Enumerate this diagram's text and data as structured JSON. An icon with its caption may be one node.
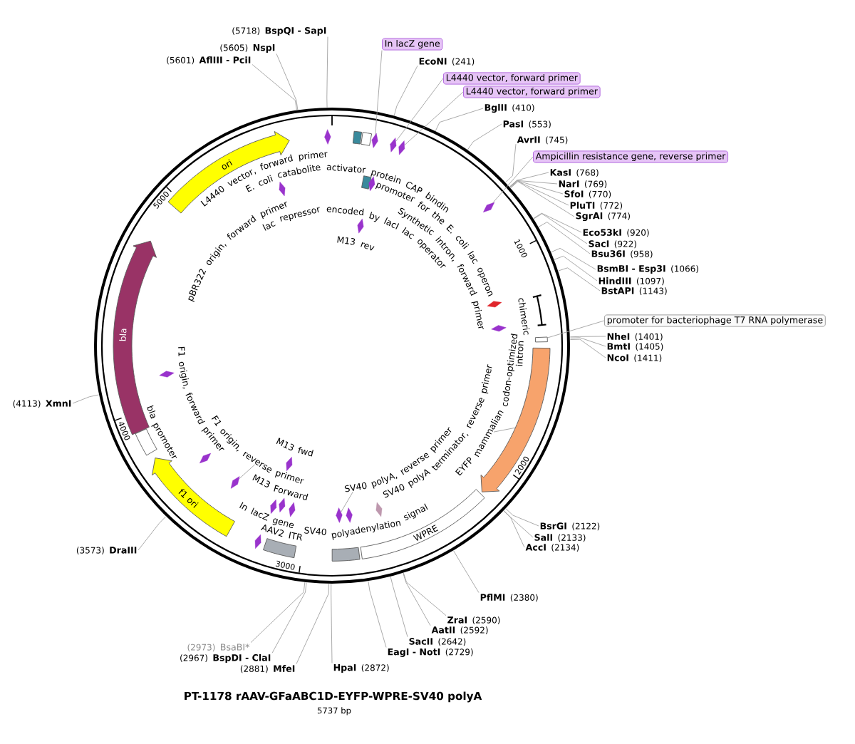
{
  "diagram": {
    "title": "PT-1178 rAAV-GFaABC1D-EYFP-WPRE-SV40 polyA",
    "nodes": [
      {
        "text": [
          "ori"
        ]
      },
      {
        "text": [
          "bla"
        ]
      },
      {
        "text": [
          "f1 ori"
        ]
      },
      {
        "text": [],
        "shape": "arrow"
      },
      {
        "text": [
          "WPRE"
        ]
      },
      {
        "text": [],
        "shape": "box"
      },
      {
        "text": [],
        "shape": "box"
      },
      {
        "text": [],
        "shape": "box"
      },
      {
        "text": [],
        "shape": "box"
      },
      {
        "text": [],
        "shape": "bar"
      },
      {
        "text": [],
        "shape": "box"
      },
      {
        "text": [],
        "shape": "box"
      },
      {
        "text": [],
        "shape": "box"
      },
      {
        "text": [],
        "shape": "arrow"
      },
      {
        "text": [],
        "shape": "arrow"
      },
      {
        "text": [],
        "shape": "arrow"
      },
      {
        "text": [],
        "shape": "arrow"
      },
      {
        "text": [],
        "shape": "arrow"
      },
      {
        "text": [],
        "shape": "arrow"
      },
      {
        "text": [],
        "shape": "arrow"
      },
      {
        "text": [],
        "shape": "arrow"
      },
      {
        "text": [],
        "shape": "arrow"
      },
      {
        "text": [],
        "shape": "arrow"
      },
      {
        "text": [],
        "shape": "arrow"
      },
      {
        "text": [],
        "shape": "arrow"
      },
      {
        "text": [],
        "shape": "arrow"
      },
      {
        "text": [],
        "shape": "arrow"
      },
      {
        "text": [],
        "shape": "arrow"
      },
      {
        "text": [],
        "shape": "arrow"
      },
      {
        "text": [],
        "shape": "arrow"
      },
      {
        "text": [],
        "shape": "arrow"
      },
      {
        "text": [],
        "shape": "arrow"
      },
      {
        "text": [],
        "shape": "arrow"
      },
      {
        "text": [],
        "shape": "arrow"
      },
      {
        "text": [
          "EYFP mammalian codon-optimized"
        ]
      },
      {
        "text": [
          "F1 origin, reverse primer"
        ]
      },
      {
        "text": [
          "SV40 polyA, reverse primer"
        ]
      },
      {
        "text": [
          "BspQI - SapI"
        ],
        "beside": [
          "(5718)"
        ]
      },
      {
        "text": [
          "NspI"
        ],
        "beside": [
          "(5605)"
        ]
      },
      {
        "text": [
          "AflIII - PciI"
        ],
        "beside": [
          "(5601)"
        ]
      },
      {
        "text": [
          "In lacZ gene"
        ]
      },
      {
        "text": [
          "EcoNI"
        ],
        "beside": [
          "(241)"
        ]
      },
      {
        "text": [
          "L4440 vector, forward primer"
        ]
      },
      {
        "text": [
          "L4440 vector, forward primer"
        ]
      },
      {
        "text": [
          "BglII"
        ],
        "beside": [
          "(410)"
        ]
      },
      {
        "text": [
          "PasI"
        ],
        "beside": [
          "(553)"
        ]
      },
      {
        "text": [
          "AvrII"
        ],
        "beside": [
          "(745)"
        ]
      },
      {
        "text": [
          "Ampicillin resistance gene, reverse primer"
        ]
      },
      {
        "text": [
          "KasI"
        ],
        "beside": [
          "(768)"
        ]
      },
      {
        "text": [
          "NarI"
        ],
        "beside": [
          "(769)"
        ]
      },
      {
        "text": [
          "SfoI"
        ],
        "beside": [
          "(770)"
        ]
      },
      {
        "text": [
          "PluTI"
        ],
        "beside": [
          "(772)"
        ]
      },
      {
        "text": [
          "SgrAI"
        ],
        "beside": [
          "(774)"
        ]
      },
      {
        "text": [
          "Eco53kI"
        ],
        "beside": [
          "(920)"
        ]
      },
      {
        "text": [
          "SacI"
        ],
        "beside": [
          "(922)"
        ]
      },
      {
        "text": [
          "Bsu36I"
        ],
        "beside": [
          "(958)"
        ]
      },
      {
        "text": [
          "BsmBI - Esp3I"
        ],
        "beside": [
          "(1066)"
        ]
      },
      {
        "text": [
          "HindIII"
        ],
        "beside": [
          "(1097)"
        ]
      },
      {
        "text": [
          "BstAPI"
        ],
        "beside": [
          "(1143)"
        ]
      },
      {
        "text": [
          "promoter for bacteriophage T7 RNA polymerase"
        ]
      },
      {
        "text": [
          "NheI"
        ],
        "beside": [
          "(1401)"
        ]
      },
      {
        "text": [
          "BmtI"
        ],
        "beside": [
          "(1405)"
        ]
      },
      {
        "text": [
          "NcoI"
        ],
        "beside": [
          "(1411)"
        ]
      },
      {
        "text": [
          "BsrGI"
        ],
        "beside": [
          "(2122)"
        ]
      },
      {
        "text": [
          "SalI"
        ],
        "beside": [
          "(2133)"
        ]
      },
      {
        "text": [
          "AccI"
        ],
        "beside": [
          "(2134)"
        ]
      },
      {
        "text": [
          "PflMI"
        ],
        "beside": [
          "(2380)"
        ]
      },
      {
        "text": [
          "ZraI"
        ],
        "beside": [
          "(2590)"
        ]
      },
      {
        "text": [
          "AatII"
        ],
        "beside": [
          "(2592)"
        ]
      },
      {
        "text": [
          "SacII"
        ],
        "beside": [
          "(2642)"
        ]
      },
      {
        "text": [
          "EagI - NotI"
        ],
        "beside": [
          "(2729)"
        ]
      },
      {
        "text": [
          "HpaI"
        ],
        "beside": [
          "(2872)"
        ]
      },
      {
        "text": [
          "MfeI"
        ],
        "beside": [
          "(2881)"
        ]
      },
      {
        "text": [
          "BspDI - ClaI"
        ],
        "beside": [
          "(2967)"
        ]
      },
      {
        "text": [
          "BsaBI*"
        ],
        "beside": [
          "(2973)"
        ]
      },
      {
        "text": [
          "DraIII"
        ],
        "beside": [
          "(3573)"
        ]
      },
      {
        "text": [
          "XmnI"
        ],
        "beside": [
          "(4113)"
        ]
      }
    ],
    "edges": [
      {
        "from": 34,
        "to": 3,
        "arrow": "none"
      },
      {
        "from": 35,
        "to": 25,
        "arrow": "none"
      },
      {
        "from": 36,
        "to": 31,
        "arrow": "none"
      },
      {
        "from": 37,
        "to": null,
        "arrow": "none"
      },
      {
        "from": 38,
        "to": null,
        "arrow": "none"
      },
      {
        "from": 39,
        "to": null,
        "arrow": "none"
      },
      {
        "from": 40,
        "to": 14,
        "arrow": "none"
      },
      {
        "from": 41,
        "to": null,
        "arrow": "none"
      },
      {
        "from": 42,
        "to": 15,
        "arrow": "none"
      },
      {
        "from": 43,
        "to": 16,
        "arrow": "none"
      },
      {
        "from": 44,
        "to": null,
        "arrow": "none"
      },
      {
        "from": 45,
        "to": null,
        "arrow": "none"
      },
      {
        "from": 46,
        "to": null,
        "arrow": "none"
      },
      {
        "from": 47,
        "to": 20,
        "arrow": "none"
      },
      {
        "from": 48,
        "to": null,
        "arrow": "none"
      },
      {
        "from": 49,
        "to": null,
        "arrow": "none"
      },
      {
        "from": 50,
        "to": null,
        "arrow": "none"
      },
      {
        "from": 51,
        "to": null,
        "arrow": "none"
      },
      {
        "from": 52,
        "to": null,
        "arrow": "none"
      },
      {
        "from": 53,
        "to": null,
        "arrow": "none"
      },
      {
        "from": 54,
        "to": null,
        "arrow": "none"
      },
      {
        "from": 55,
        "to": null,
        "arrow": "none"
      },
      {
        "from": 56,
        "to": null,
        "arrow": "none"
      },
      {
        "from": 57,
        "to": null,
        "arrow": "none"
      },
      {
        "from": 58,
        "to": null,
        "arrow": "none"
      },
      {
        "from": 59,
        "to": 8,
        "arrow": "none"
      },
      {
        "from": 60,
        "to": null,
        "arrow": "none"
      },
      {
        "from": 61,
        "to": null,
        "arrow": "none"
      },
      {
        "from": 62,
        "to": null,
        "arrow": "none"
      },
      {
        "from": 63,
        "to": null,
        "arrow": "none"
      },
      {
        "from": 64,
        "to": null,
        "arrow": "none"
      },
      {
        "from": 65,
        "to": null,
        "arrow": "none"
      },
      {
        "from": 66,
        "to": null,
        "arrow": "none"
      },
      {
        "from": 67,
        "to": null,
        "arrow": "none"
      },
      {
        "from": 68,
        "to": null,
        "arrow": "none"
      },
      {
        "from": 69,
        "to": null,
        "arrow": "none"
      },
      {
        "from": 70,
        "to": null,
        "arrow": "none"
      },
      {
        "from": 71,
        "to": null,
        "arrow": "none"
      },
      {
        "from": 72,
        "to": null,
        "arrow": "none"
      },
      {
        "from": 73,
        "to": null,
        "arrow": "none"
      },
      {
        "from": 74,
        "to": null,
        "arrow": "none"
      },
      {
        "from": 75,
        "to": null,
        "arrow": "none"
      },
      {
        "from": 76,
        "to": null,
        "arrow": "none"
      }
    ],
    "labels": [
      "L4440 vector, forward primer",
      "promoter for the E. coli lac operon",
      "E. coli catabolite activator protein CAP bindin",
      "5000",
      "pBR322 origin, forward primer",
      "lac repressor encoded by lacI lac operator",
      "Synthetic intron, forward primer",
      "M13 rev",
      "1000",
      "chimeric intron",
      "F1 origin, forward primer",
      "bla promoter",
      "4000",
      "M13 fwd",
      "2000",
      "SV40 polyA terminator, reverse primer",
      "M13 Forward",
      "In lacZ gene",
      "SV40 polyadenylation signal",
      "AAV2 ITR",
      "3000",
      "5737 bp"
    ]
  }
}
